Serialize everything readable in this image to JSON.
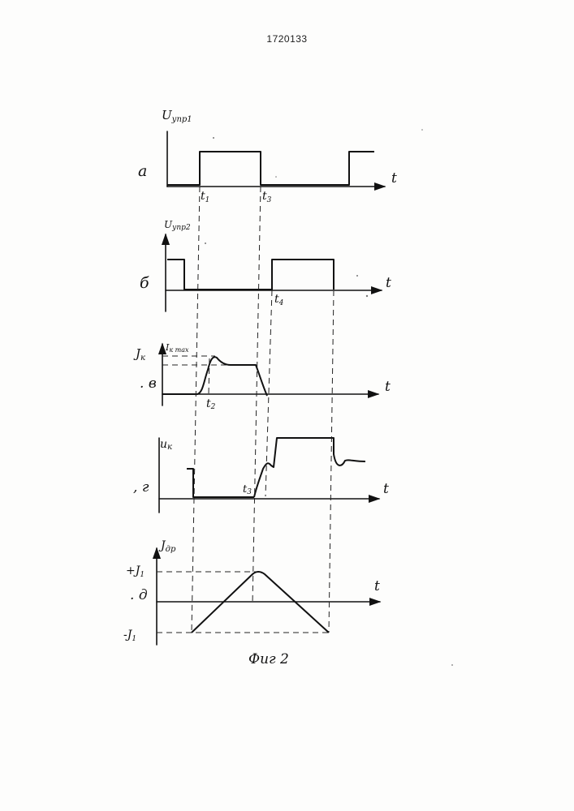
{
  "page_number": "1720133",
  "figure_caption": "Фиг 2",
  "panels": [
    {
      "id": "a",
      "panel_label": "а",
      "y_label_main": "U",
      "y_label_sub": "упр1",
      "x_label": "t",
      "time_marks": [
        {
          "main": "t",
          "sub": "1"
        },
        {
          "main": "t",
          "sub": "3"
        }
      ]
    },
    {
      "id": "b",
      "panel_label": "б",
      "y_label_main": "U",
      "y_label_sub": "упр2",
      "x_label": "t",
      "time_marks": [
        {
          "main": "t",
          "sub": "4"
        }
      ]
    },
    {
      "id": "v",
      "panel_label": "в",
      "y_label_main": "J",
      "y_label_sub": "к",
      "level_label_main": "I",
      "level_label_sub": "к max",
      "x_label": "t",
      "time_marks": [
        {
          "main": "t",
          "sub": "2"
        }
      ]
    },
    {
      "id": "g",
      "panel_label": "г",
      "y_label_main": "u",
      "y_label_sub": "к",
      "x_label": "t",
      "time_marks": [
        {
          "main": "t",
          "sub": "3"
        }
      ]
    },
    {
      "id": "d",
      "panel_label": "д",
      "y_label_main": "J",
      "y_label_sub": "др",
      "x_label": "t",
      "level_labels": [
        {
          "main": "+J",
          "sub": "1"
        },
        {
          "main": "-J",
          "sub": "1"
        }
      ]
    }
  ]
}
